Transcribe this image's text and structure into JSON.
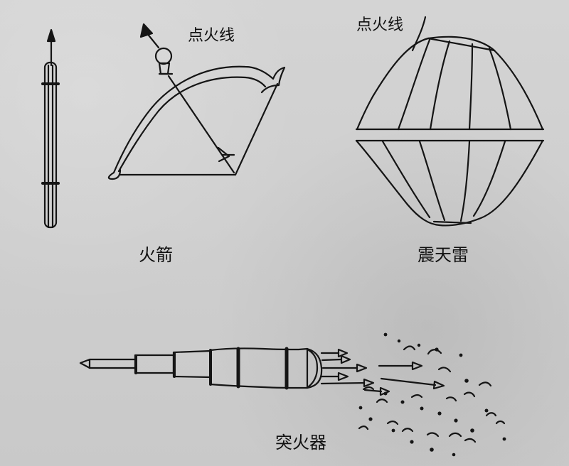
{
  "labels": {
    "fuse_left": "点火线",
    "fuse_right": "点火线",
    "fire_arrow": "火箭",
    "thunder_bomb": "震天雷",
    "fire_lance": "突火器"
  }
}
